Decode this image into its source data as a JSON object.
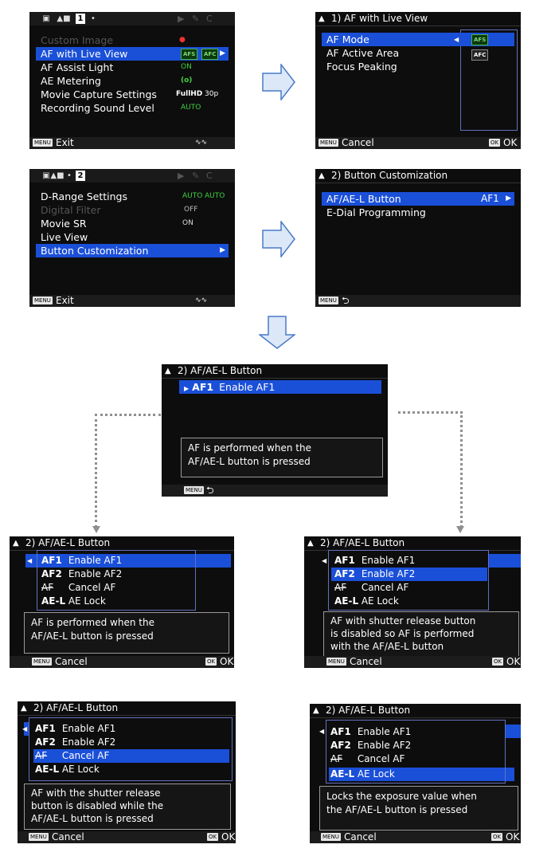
{
  "colors": {
    "screen_bg": "#0d0d0d",
    "highlight": "#1a4fd8",
    "panel_border": "#6470c0",
    "arrow_fill": "#dce8f8",
    "arrow_stroke": "#4a7ac8",
    "dotted": "#8f8f8f"
  },
  "shared": {
    "menu_key": "MENU",
    "ok_key": "OK",
    "exit": "Exit",
    "cancel": "Cancel",
    "ok": "OK",
    "tab_num1": "1",
    "tab_num2": "2",
    "afae_title": "AF/AE-L Button",
    "afae_step": "2",
    "options": [
      {
        "key": "AF1",
        "label": "Enable AF1"
      },
      {
        "key": "AF2",
        "label": "Enable AF2"
      },
      {
        "key": "AF",
        "label": "Cancel AF"
      },
      {
        "key": "AE-L",
        "label": "AE Lock"
      }
    ]
  },
  "s1": {
    "items": [
      "Custom Image",
      "AF with Live View",
      "AF Assist Light",
      "AE Metering",
      "Movie Capture Settings",
      "Recording Sound Level"
    ],
    "af_badges": [
      "AFS",
      "AFC"
    ],
    "assist_val": "ON",
    "metering_icon": "(o)",
    "movie_val": "FullHD",
    "movie_fps": "30p",
    "sound_val": "AUTO"
  },
  "s2": {
    "step": "1",
    "title": "AF with Live View",
    "items": [
      "AF Mode",
      "AF Active Area",
      "Focus Peaking"
    ],
    "badges": [
      "AFS",
      "AFC"
    ]
  },
  "s3": {
    "items": [
      "D-Range Settings",
      "Digital Filter",
      "Movie SR",
      "Live View",
      "Button Customization"
    ],
    "drange_vals": [
      "AUTO",
      "AUTO"
    ],
    "filter_val": "OFF",
    "sr_val": "ON"
  },
  "s4": {
    "step": "2",
    "title": "Button Customization",
    "items": [
      "AF/AE-L Button",
      "E-Dial Programming"
    ],
    "value": "AF1"
  },
  "s5": {
    "key": "AF1",
    "label": "Enable AF1",
    "desc": [
      "AF is performed when the",
      "AF/AE-L button is pressed"
    ]
  },
  "s6": {
    "desc": [
      "AF is performed when the",
      "AF/AE-L button is pressed"
    ]
  },
  "s7": {
    "desc": [
      "AF with shutter release button",
      "is disabled so AF is performed",
      "with the AF/AE-L button"
    ]
  },
  "s8": {
    "desc": [
      "AF with the shutter release",
      "button is disabled while the",
      "AF/AE-L button is pressed"
    ]
  },
  "s9": {
    "desc": [
      "Locks the exposure value when",
      "the AF/AE-L button is pressed"
    ]
  }
}
